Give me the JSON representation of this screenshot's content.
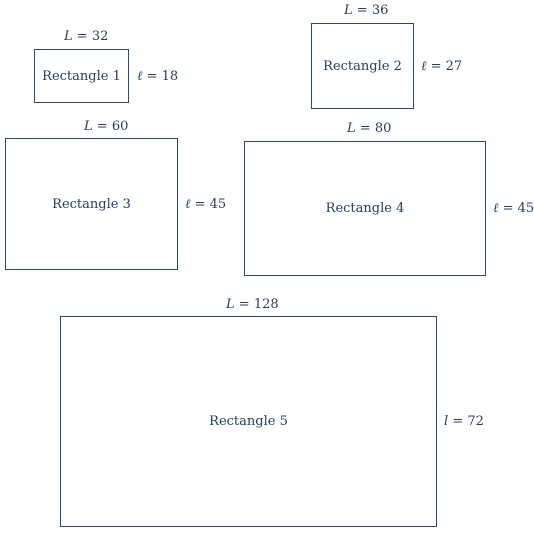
{
  "rectangles": [
    {
      "name": "Rectangle 1",
      "length_var": "L",
      "length_value": "32",
      "width_var": "ℓ",
      "width_value": "18"
    },
    {
      "name": "Rectangle 2",
      "length_var": "L",
      "length_value": "36",
      "width_var": "ℓ",
      "width_value": "27"
    },
    {
      "name": "Rectangle 3",
      "length_var": "L",
      "length_value": "60",
      "width_var": "ℓ",
      "width_value": "45"
    },
    {
      "name": "Rectangle 4",
      "length_var": "L",
      "length_value": "80",
      "width_var": "ℓ",
      "width_value": "45"
    },
    {
      "name": "Rectangle 5",
      "length_var": "L",
      "length_value": "128",
      "width_var": "l",
      "width_value": "72"
    }
  ],
  "equals_sign": "="
}
